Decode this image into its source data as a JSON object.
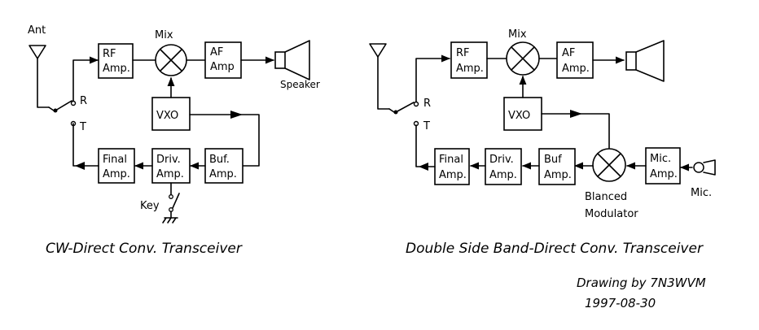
{
  "cw": {
    "antenna_label": "Ant",
    "mix_label": "Mix",
    "rf_amp": [
      "RF",
      "Amp."
    ],
    "af_amp": [
      "AF",
      "Amp"
    ],
    "speaker_label": "Speaker",
    "switch_r": "R",
    "switch_t": "T",
    "vxo": "VXO",
    "final_amp": [
      "Final",
      "Amp."
    ],
    "driv_amp": [
      "Driv.",
      "Amp."
    ],
    "buf_amp": [
      "Buf.",
      "Amp."
    ],
    "key_label": "Key",
    "caption": "CW-Direct Conv. Transceiver"
  },
  "dsb": {
    "mix_label": "Mix",
    "rf_amp": [
      "RF",
      "Amp."
    ],
    "af_amp": [
      "AF",
      "Amp."
    ],
    "switch_r": "R",
    "switch_t": "T",
    "vxo": "VXO",
    "final_amp": [
      "Final",
      "Amp."
    ],
    "driv_amp": [
      "Driv.",
      "Amp."
    ],
    "buf_amp": [
      "Buf",
      "Amp."
    ],
    "mic_amp": [
      "Mic.",
      "Amp."
    ],
    "mic_label": "Mic.",
    "balanced_modulator": [
      "Blanced",
      "Modulator"
    ],
    "caption": "Double Side Band-Direct Conv. Transceiver"
  },
  "credit": {
    "line1": "Drawing by 7N3WVM",
    "line2": "1997-08-30"
  }
}
